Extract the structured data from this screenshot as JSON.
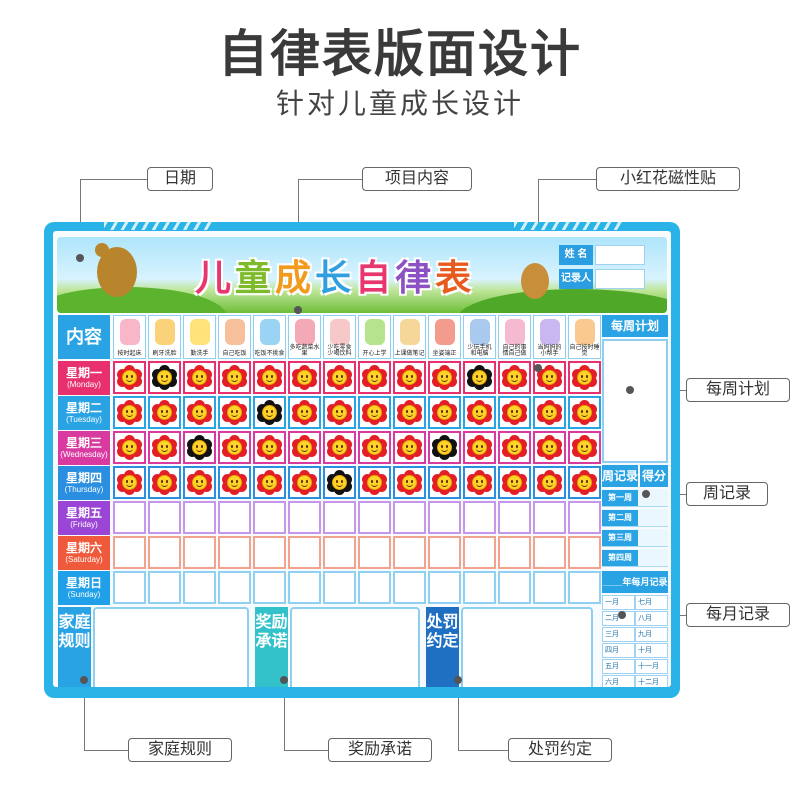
{
  "header": {
    "title": "自律表版面设计",
    "subtitle": "针对儿童成长设计"
  },
  "callouts": {
    "date": "日期",
    "items": "项目内容",
    "flower": "小红花磁性贴",
    "weekly_plan": "每周计划",
    "weekly_record": "周记录",
    "monthly_record": "每月记录",
    "family_rules": "家庭规则",
    "reward": "奖励承诺",
    "penalty": "处罚约定"
  },
  "board": {
    "title_chars": [
      "儿",
      "童",
      "成",
      "长",
      "自",
      "律",
      "表"
    ],
    "name_label": "姓 名",
    "recorder_label": "记录人",
    "content_header": "内容",
    "items": [
      {
        "label": "按时起床",
        "color": "#f7b7c9"
      },
      {
        "label": "刷牙洗脸",
        "color": "#f9d27a"
      },
      {
        "label": "勤洗手",
        "color": "#ffe27a"
      },
      {
        "label": "自己吃饭",
        "color": "#f7c09b"
      },
      {
        "label": "吃饭不挑食",
        "color": "#9ad3f4"
      },
      {
        "label": "多吃蔬菜水果",
        "color": "#f4a9b8"
      },
      {
        "label": "少吃零食\n少喝饮料",
        "color": "#f7c8c8"
      },
      {
        "label": "开心上学",
        "color": "#b6e38d"
      },
      {
        "label": "上课做笔记",
        "color": "#f6d79a"
      },
      {
        "label": "坐姿端正",
        "color": "#f39b8c"
      },
      {
        "label": "少玩手机\n和电脑",
        "color": "#a9c9ee"
      },
      {
        "label": "自己的事\n情自己做",
        "color": "#f5b9d2"
      },
      {
        "label": "当妈妈的\n小帮手",
        "color": "#c9b7f1"
      },
      {
        "label": "自己按时睡觉",
        "color": "#f9c98f"
      }
    ],
    "days": [
      {
        "cn": "星期一",
        "en": "(Monday)",
        "color": "#e7306d"
      },
      {
        "cn": "星期二",
        "en": "(Tuesday)",
        "color": "#2aa3e4"
      },
      {
        "cn": "星期三",
        "en": "(Wednesday)",
        "color": "#d93aa0"
      },
      {
        "cn": "星期四",
        "en": "(Thursday)",
        "color": "#2a8fe0"
      },
      {
        "cn": "星期五",
        "en": "(Friday)",
        "color": "#9b45d6"
      },
      {
        "cn": "星期六",
        "en": "(Saturday)",
        "color": "#f05a3c"
      },
      {
        "cn": "星期日",
        "en": "(Sunday)",
        "color": "#1fa0e8"
      }
    ],
    "day_cell_borders": [
      "#e7306d",
      "#2aa3e4",
      "#d93aa0",
      "#2a8fe0",
      "#c596ea",
      "#f2a38e",
      "#8fd0f3"
    ],
    "flower_grid": [
      [
        "red",
        "black",
        "red",
        "red",
        "red",
        "red",
        "red",
        "red",
        "red",
        "red",
        "black",
        "red",
        "red",
        "red"
      ],
      [
        "red",
        "red",
        "red",
        "red",
        "black",
        "red",
        "red",
        "red",
        "red",
        "red",
        "red",
        "red",
        "red",
        "red"
      ],
      [
        "red",
        "red",
        "black",
        "red",
        "red",
        "red",
        "red",
        "red",
        "red",
        "black",
        "red",
        "red",
        "red",
        "red"
      ],
      [
        "red",
        "red",
        "red",
        "red",
        "red",
        "red",
        "black",
        "red",
        "red",
        "red",
        "red",
        "red",
        "red",
        "red"
      ]
    ],
    "bottom_sections": [
      {
        "label": "家庭规则",
        "color": "#2aa3e4"
      },
      {
        "label": "奖励承诺",
        "color": "#33c2c9"
      },
      {
        "label": "处罚约定",
        "color": "#1f6fc2"
      }
    ],
    "weekly_plan_header": "每周计划",
    "week_record_header": "周记录",
    "score_header": "得分",
    "weeks": [
      "第一周",
      "第二周",
      "第三周",
      "第四周"
    ],
    "monthly_header": "____年每月记录",
    "months_left": [
      "一月",
      "二月",
      "三月",
      "四月",
      "五月",
      "六月"
    ],
    "months_right": [
      "七月",
      "八月",
      "九月",
      "十月",
      "十一月",
      "十二月"
    ]
  }
}
